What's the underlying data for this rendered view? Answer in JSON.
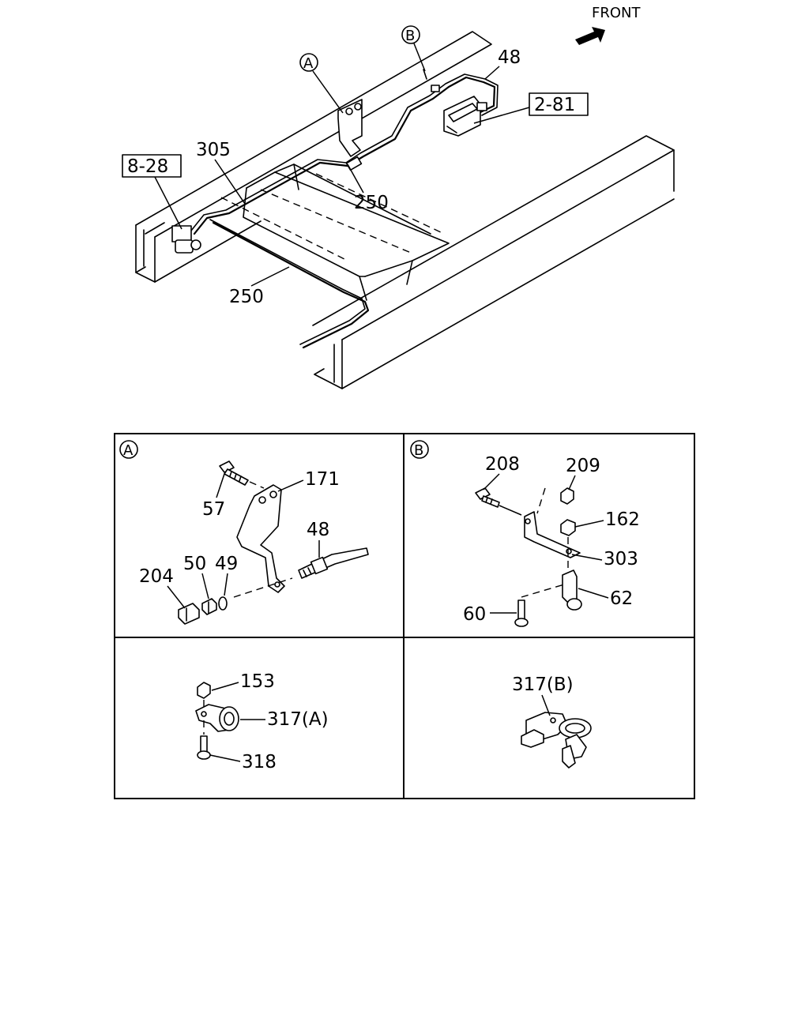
{
  "front_label": "FRONT",
  "main": {
    "callout_A": "A",
    "callout_B": "B",
    "ref_2_81": "2-81",
    "ref_8_28": "8-28",
    "part_48": "48",
    "part_305": "305",
    "part_250_upper": "250",
    "part_250_lower": "250"
  },
  "details": {
    "A": {
      "title": "A",
      "parts": [
        "57",
        "171",
        "48",
        "204",
        "50",
        "49"
      ]
    },
    "B": {
      "title": "B",
      "parts": [
        "208",
        "209",
        "162",
        "303",
        "62",
        "60"
      ]
    },
    "C": {
      "parts": [
        "153",
        "317(A)",
        "318"
      ]
    },
    "D": {
      "parts": [
        "317(B)"
      ]
    }
  }
}
